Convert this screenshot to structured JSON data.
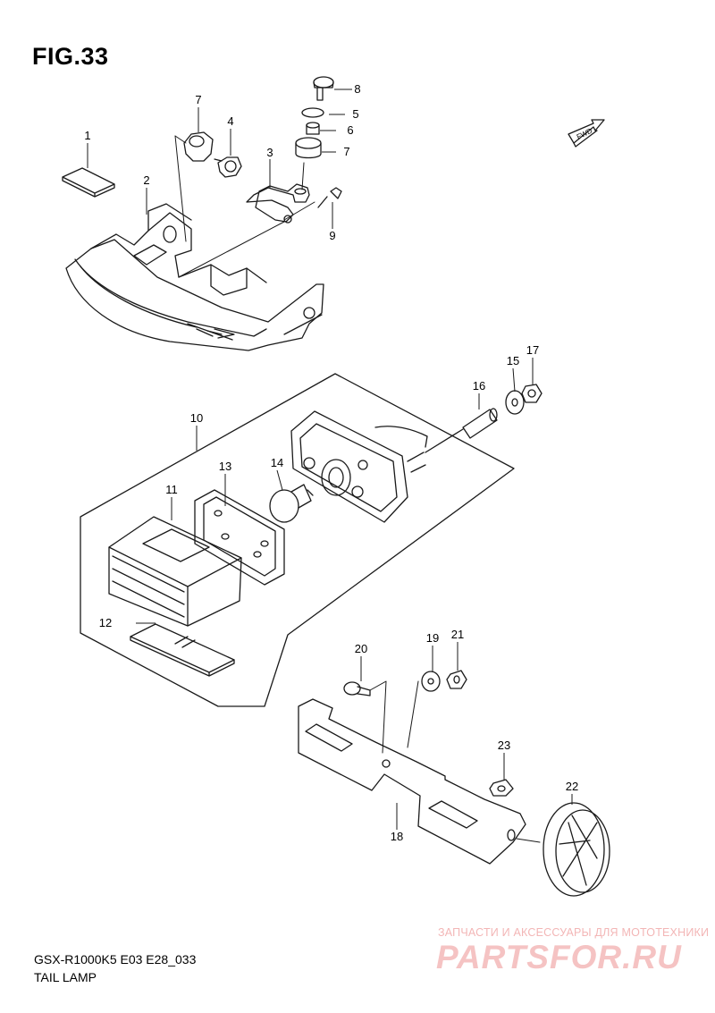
{
  "figure": {
    "title": "FIG.33"
  },
  "fwd_label": "FWD",
  "callouts": [
    "1",
    "2",
    "3",
    "4",
    "5",
    "6",
    "7",
    "7",
    "8",
    "9",
    "10",
    "11",
    "12",
    "13",
    "14",
    "15",
    "16",
    "17",
    "18",
    "19",
    "20",
    "21",
    "22",
    "23"
  ],
  "footer": {
    "model_code": "GSX-R1000K5  E03  E28_033",
    "section_name": "TAIL LAMP"
  },
  "watermark": {
    "tagline": "ЗАПЧАСТИ И АКСЕССУАРЫ ДЛЯ МОТОТЕХНИКИ",
    "brand": "PARTSFOR.RU"
  },
  "colors": {
    "line": "#1a1a1a",
    "watermark": "#f5c3c3"
  }
}
